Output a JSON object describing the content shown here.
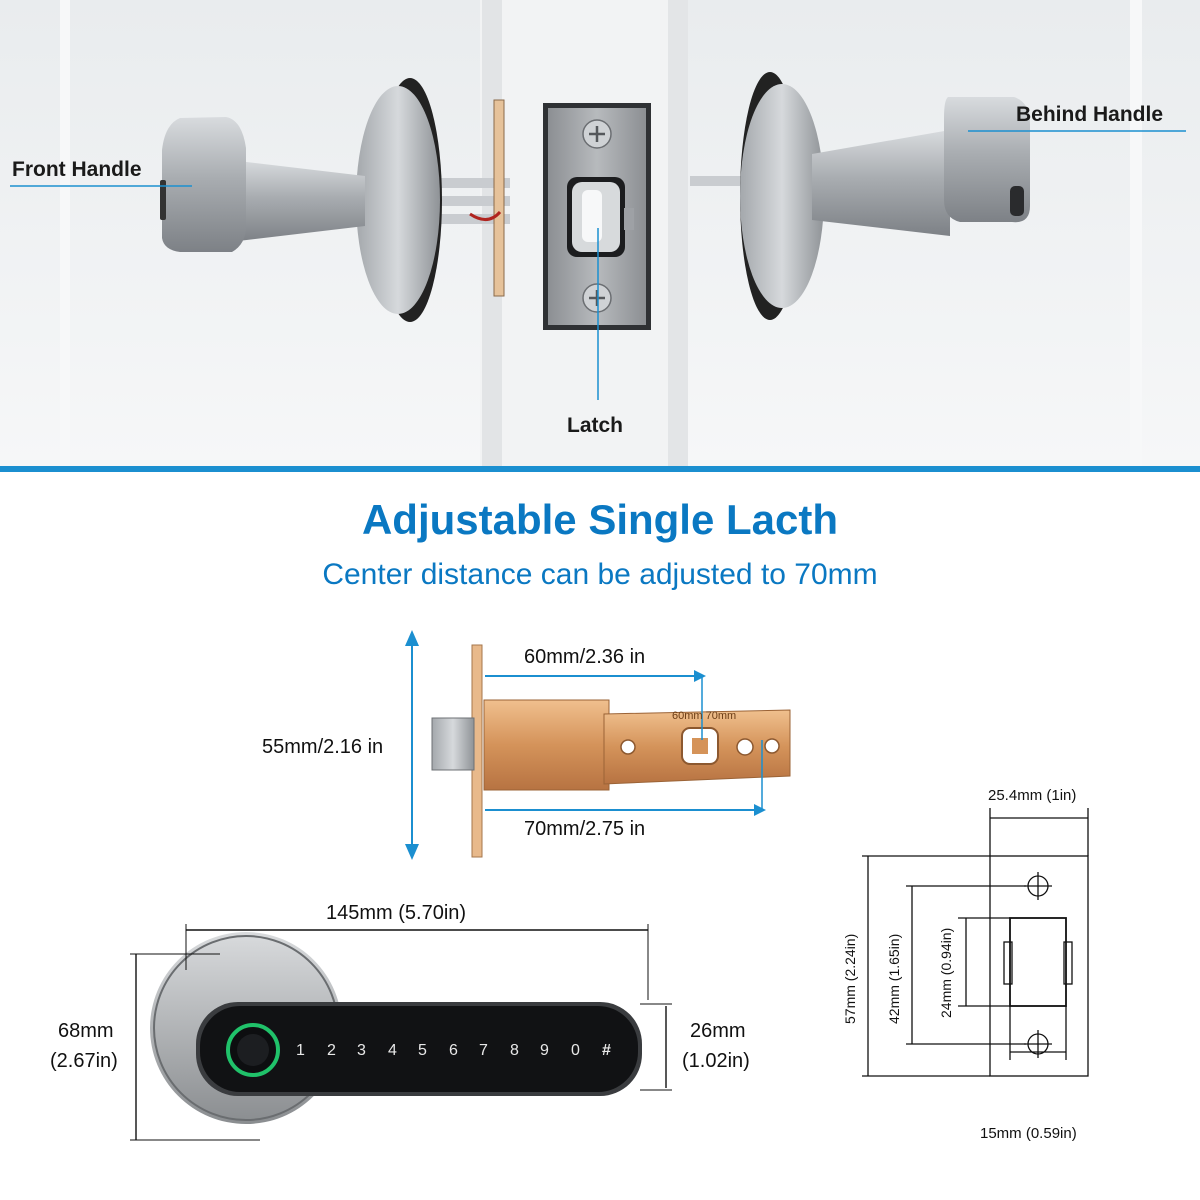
{
  "callouts": {
    "front_handle": "Front Handle",
    "behind_handle": "Behind Handle",
    "latch": "Latch"
  },
  "headline": {
    "title": "Adjustable Single Lacth",
    "subtitle": "Center distance can be adjusted to 70mm"
  },
  "latch_dims": {
    "height": "55mm/2.16 in",
    "backset_short": "60mm/2.36 in",
    "backset_long": "70mm/2.75 in",
    "engraving": "60mm  70mm"
  },
  "handle_dims": {
    "length": "145mm  (5.70in)",
    "rose_height_mm": "68mm",
    "rose_height_in": "(2.67in)",
    "lever_height_mm": "26mm",
    "lever_height_in": "(1.02in)",
    "keypad_keys": [
      "1",
      "2",
      "3",
      "4",
      "5",
      "6",
      "7",
      "8",
      "9",
      "0",
      "#"
    ]
  },
  "strike_dims": {
    "width": "25.4mm (1in)",
    "height": "57mm (2.24in)",
    "hole_spacing": "42mm (1.65in)",
    "opening_height": "24mm (0.94in)",
    "opening_width": "15mm (0.59in)"
  },
  "colors": {
    "accent": "#0a78c2",
    "divider": "#1b8fd0",
    "copper": "#d99a63",
    "steel": "#b8bcc0"
  }
}
